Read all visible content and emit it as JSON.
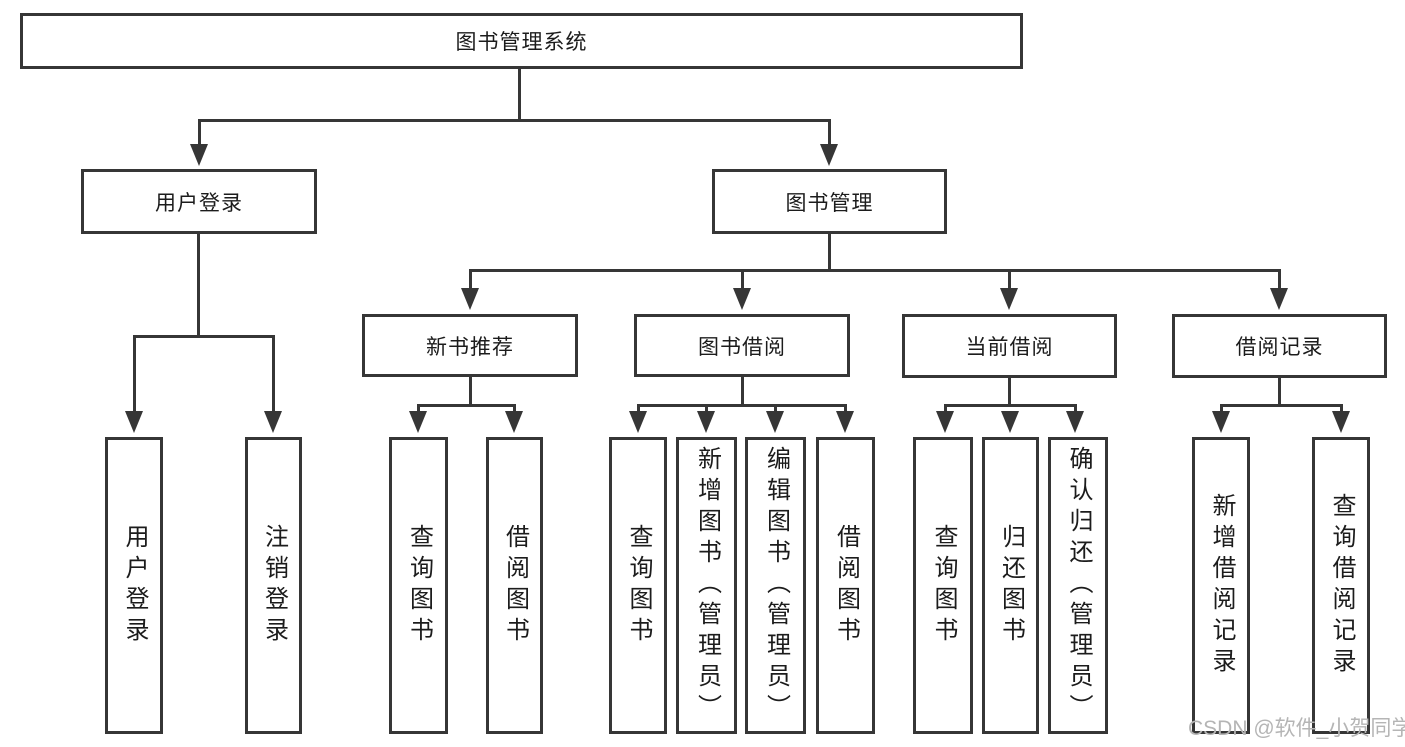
{
  "diagram": {
    "title": "图书管理系统",
    "colors": {
      "line": "#363636",
      "text": "#1c1c1c",
      "box_background": "#ffffff",
      "watermark": "#b5b5b5",
      "background": "#ffffff"
    },
    "root": {
      "label": "图书管理系统"
    },
    "level2": {
      "user_login": {
        "label": "用户登录"
      },
      "book_management": {
        "label": "图书管理"
      }
    },
    "level3": {
      "new_book_recommend": {
        "label": "新书推荐"
      },
      "book_borrow": {
        "label": "图书借阅"
      },
      "current_borrow": {
        "label": "当前借阅"
      },
      "borrow_records": {
        "label": "借阅记录"
      }
    },
    "leaves": {
      "user_login_children": [
        "用户登录",
        "注销登录"
      ],
      "new_book_recommend_children": [
        "查询图书",
        "借阅图书"
      ],
      "book_borrow_children": [
        "查询图书",
        "新增图书（管理员）",
        "编辑图书（管理员）",
        "借阅图书"
      ],
      "current_borrow_children": [
        "查询图书",
        "归还图书",
        "确认归还（管理员）"
      ],
      "borrow_records_children": [
        "新增借阅记录",
        "查询借阅记录"
      ]
    },
    "watermark": "CSDN @软件_小贺同学"
  }
}
